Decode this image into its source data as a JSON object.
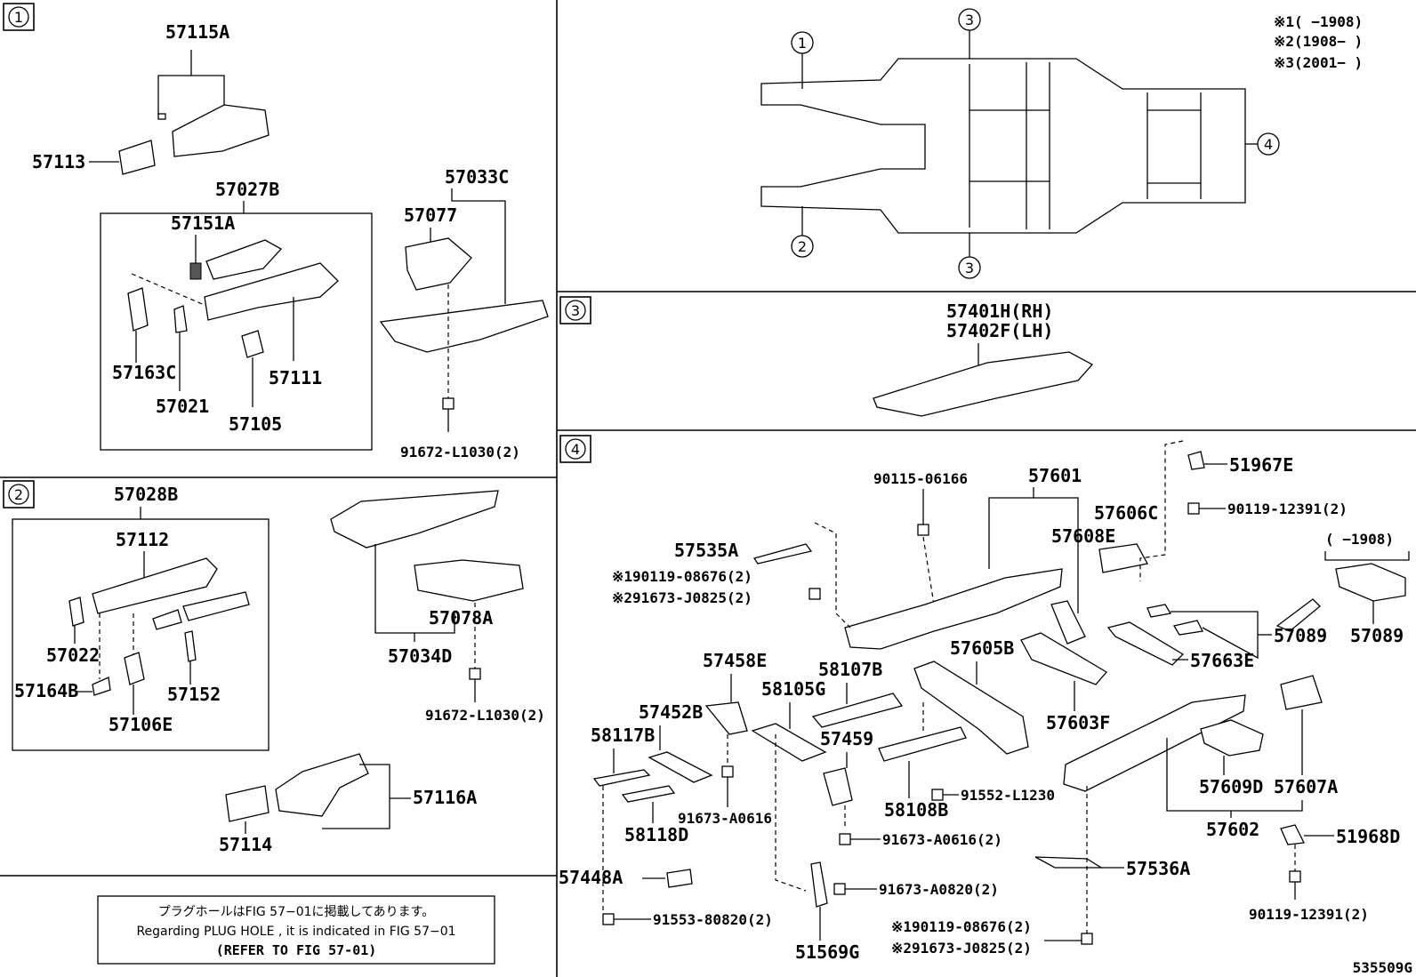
{
  "sections": {
    "s1": "1",
    "s2": "2",
    "s3": "3",
    "s4": "4"
  },
  "s1": {
    "p57115A": "57115A",
    "p57113": "57113",
    "p57027B": "57027B",
    "p57151A": "57151A",
    "p57163C": "57163C",
    "p57021": "57021",
    "p57111": "57111",
    "p57105": "57105",
    "p57033C": "57033C",
    "p57077": "57077",
    "bolt": "91672-L1030(2)"
  },
  "s2": {
    "p57028B": "57028B",
    "p57112": "57112",
    "p57022": "57022",
    "p57164B": "57164B",
    "p57106E": "57106E",
    "p57152": "57152",
    "p57078A": "57078A",
    "p57034D": "57034D",
    "bolt": "91672-L1030(2)",
    "p57116A": "57116A",
    "p57114": "57114"
  },
  "note": {
    "jp": "プラグホールはFIG 57−01に掲載してあります。",
    "en": "Regarding  PLUG HOLE , it is indicated in FIG  57−01",
    "ref": "(REFER TO FIG 57-01)"
  },
  "overview": {
    "c1": "1",
    "c2": "2",
    "c3top": "3",
    "c3bot": "3",
    "c4": "4",
    "legend1": "※1(    −1908)",
    "legend2": "※2(1908−    )",
    "legend3": "※3(2001−    )"
  },
  "s3": {
    "rh": "57401H(RH)",
    "lh": "57402F(LH)"
  },
  "s4": {
    "b90115": "90115-06166",
    "p57601": "57601",
    "p57606C": "57606C",
    "p57608E": "57608E",
    "p51967E": "51967E",
    "b90119_12391_top": "90119-12391(2)",
    "p57535A": "57535A",
    "n1a": "※190119-08676(2)",
    "n2a": "※291673-J0825(2)",
    "range1908": "(    −1908)",
    "p57089a": "57089",
    "p57089b": "57089",
    "p57663E": "57663E",
    "p57458E": "57458E",
    "p58107B": "58107B",
    "p57605B": "57605B",
    "p57452B": "57452B",
    "p58105G": "58105G",
    "p57603F": "57603F",
    "p58117B": "58117B",
    "p57459": "57459",
    "p57609D": "57609D",
    "p57607A": "57607A",
    "b91552": "91552-L1230",
    "b91673_A0616": "91673-A0616",
    "p58108B": "58108B",
    "p58118D": "58118D",
    "b91673_A0616_2": "91673-A0616(2)",
    "p57602": "57602",
    "p51968D": "51968D",
    "p57448A": "57448A",
    "b91673_A0820": "91673-A0820(2)",
    "p57536A": "57536A",
    "b91553": "91553-80820(2)",
    "n1b": "※190119-08676(2)",
    "b90119_12391_bot": "90119-12391(2)",
    "n2b": "※291673-J0825(2)",
    "p51569G": "51569G"
  },
  "footer": {
    "code": "535509G"
  }
}
